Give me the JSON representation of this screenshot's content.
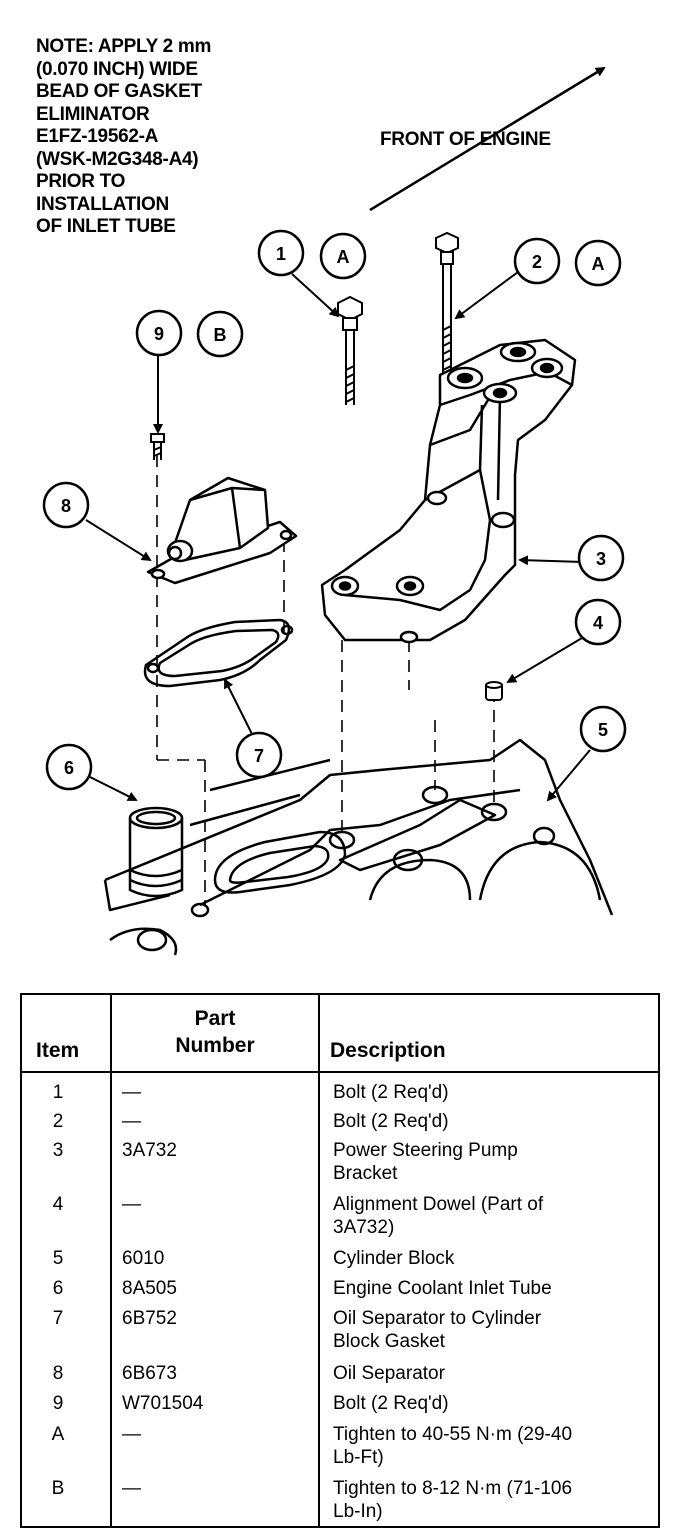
{
  "note": {
    "lines": [
      "NOTE: APPLY 2 mm",
      "(0.070 INCH) WIDE",
      "BEAD OF GASKET",
      "ELIMINATOR",
      "E1FZ-19562-A",
      "(WSK-M2G348-A4)",
      "PRIOR TO",
      "INSTALLATION",
      "OF INLET TUBE"
    ]
  },
  "front_label": "FRONT OF ENGINE",
  "callouts": {
    "c1": "1",
    "c2": "2",
    "c3": "3",
    "c4": "4",
    "c5": "5",
    "c6": "6",
    "c7": "7",
    "c8": "8",
    "c9": "9",
    "cA1": "A",
    "cA2": "A",
    "cB": "B"
  },
  "table": {
    "headers": {
      "item": "Item",
      "part_line1": "Part",
      "part_line2": "Number",
      "description": "Description"
    },
    "rows": [
      {
        "item": "1",
        "part": "—",
        "desc1": "Bolt (2 Req'd)",
        "desc2": ""
      },
      {
        "item": "2",
        "part": "—",
        "desc1": "Bolt (2 Req'd)",
        "desc2": ""
      },
      {
        "item": "3",
        "part": "3A732",
        "desc1": "Power Steering Pump",
        "desc2": "Bracket"
      },
      {
        "item": "4",
        "part": "—",
        "desc1": "Alignment Dowel (Part of",
        "desc2": "3A732)"
      },
      {
        "item": "5",
        "part": "6010",
        "desc1": "Cylinder Block",
        "desc2": ""
      },
      {
        "item": "6",
        "part": "8A505",
        "desc1": "Engine Coolant Inlet Tube",
        "desc2": ""
      },
      {
        "item": "7",
        "part": "6B752",
        "desc1": "Oil Separator to Cylinder",
        "desc2": "Block Gasket"
      },
      {
        "item": "8",
        "part": "6B673",
        "desc1": "Oil Separator",
        "desc2": ""
      },
      {
        "item": "9",
        "part": "W701504",
        "desc1": "Bolt (2 Req'd)",
        "desc2": ""
      },
      {
        "item": "A",
        "part": "—",
        "desc1": "Tighten to 40-55 N·m (29-40",
        "desc2": "Lb-Ft)"
      },
      {
        "item": "B",
        "part": "—",
        "desc1": "Tighten to 8-12 N·m (71-106",
        "desc2": "Lb-In)"
      }
    ]
  }
}
